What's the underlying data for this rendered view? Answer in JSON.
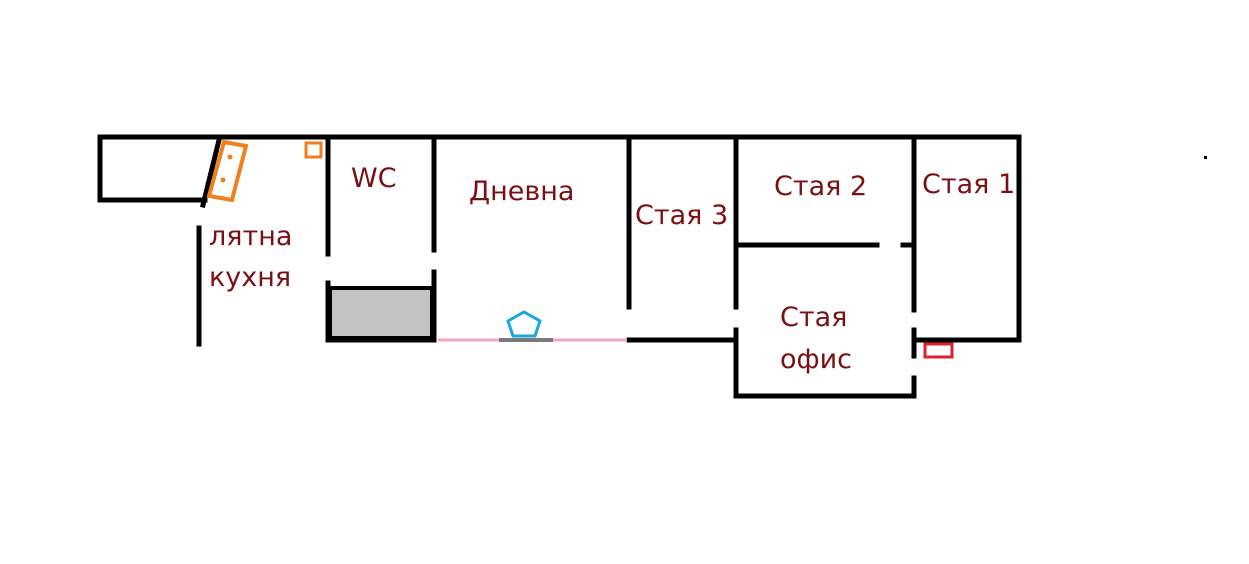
{
  "rooms": {
    "summer_kitchen": {
      "line1": "лятна",
      "line2": "кухня"
    },
    "wc": "WC",
    "living_room": "Дневна",
    "room_3": "Стая 3",
    "room_2": "Стая 2",
    "room_1": "Стая 1",
    "office": {
      "line1": "Стая",
      "line2": "офис"
    }
  },
  "colors": {
    "wall": "#000000",
    "label": "#7a0f14",
    "stove": "#f07f1e",
    "heater": "#e0202a",
    "window": "#f2a6c8",
    "sensor": "#1ba6e0",
    "storage": "#c3c3c3"
  },
  "icons": {
    "stove": "stove-icon",
    "heater": "heater-icon",
    "sensor": "pentagon-icon"
  }
}
